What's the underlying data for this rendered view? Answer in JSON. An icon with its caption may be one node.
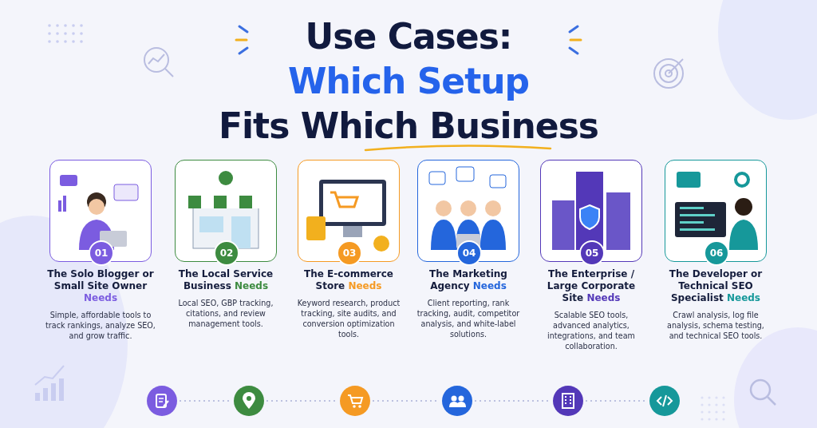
{
  "diagram": {
    "title": "Use Cases: **Which Setup** Fits Which Business",
    "nodes": [
      {
        "text": [
          "01",
          "The Solo Blogger or Small Site Owner **Needs**",
          "Simple, affordable tools to track rankings, analyze SEO, and grow traffic."
        ]
      },
      {
        "text": [
          "02",
          "The Local Service Business **Needs**",
          "Local SEO, GBP tracking, citations, and review management tools."
        ]
      },
      {
        "text": [
          "03",
          "The E-commerce Store **Needs**",
          "Keyword research, product tracking, site audits, and conversion optimization tools."
        ]
      },
      {
        "text": [
          "04",
          "The Marketing Agency **Needs**",
          "Client reporting, rank tracking, audit, competitor analysis, and white-label solutions."
        ]
      },
      {
        "text": [
          "05",
          "The Enterprise / Large Corporate Site **Needs**",
          "Scalable SEO tools, advanced analytics, integrations, and team collaboration."
        ]
      },
      {
        "text": [
          "06",
          "The Developer or Technical SEO Specialist **Needs**",
          "Crawl analysis, log file analysis, schema testing, and technical SEO tools."
        ]
      },
      {
        "text": [],
        "shape": "circle"
      },
      {
        "text": [],
        "shape": "circle"
      },
      {
        "text": [],
        "shape": "circle"
      },
      {
        "text": [],
        "shape": "circle"
      },
      {
        "text": [],
        "shape": "circle"
      },
      {
        "text": [],
        "shape": "circle"
      }
    ],
    "edges": [
      {
        "from": 6,
        "to": 7,
        "arrow": "none",
        "style": "dashed"
      },
      {
        "from": 7,
        "to": 8,
        "arrow": "none",
        "style": "dashed"
      },
      {
        "from": 8,
        "to": 9,
        "arrow": "none",
        "style": "dashed"
      },
      {
        "from": 9,
        "to": 10,
        "arrow": "none",
        "style": "dashed"
      },
      {
        "from": 10,
        "to": 11,
        "arrow": "none",
        "style": "dashed"
      }
    ]
  }
}
